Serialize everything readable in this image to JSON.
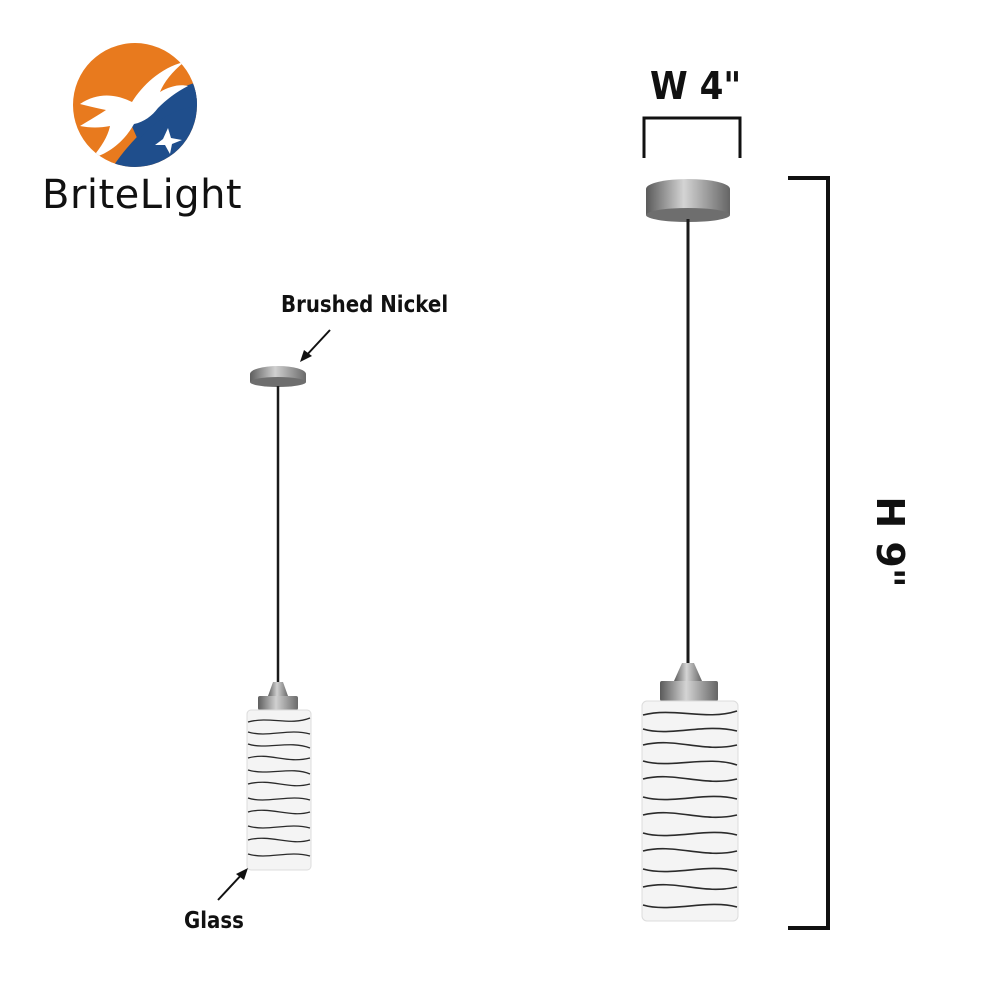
{
  "brand": {
    "name": "BriteLight",
    "logo_colors": {
      "orange": "#E87A1E",
      "blue": "#1F4E8C",
      "white": "#FFFFFF"
    }
  },
  "callouts": {
    "canopy_finish": "Brushed Nickel",
    "shade_material": "Glass"
  },
  "dimensions": {
    "width": "W 4\"",
    "height": "H 9\""
  },
  "colors": {
    "nickel": "#8a8a8a",
    "cord": "#1a1a1a",
    "glass": "#f4f4f4",
    "stripe": "#2b2b2b"
  }
}
